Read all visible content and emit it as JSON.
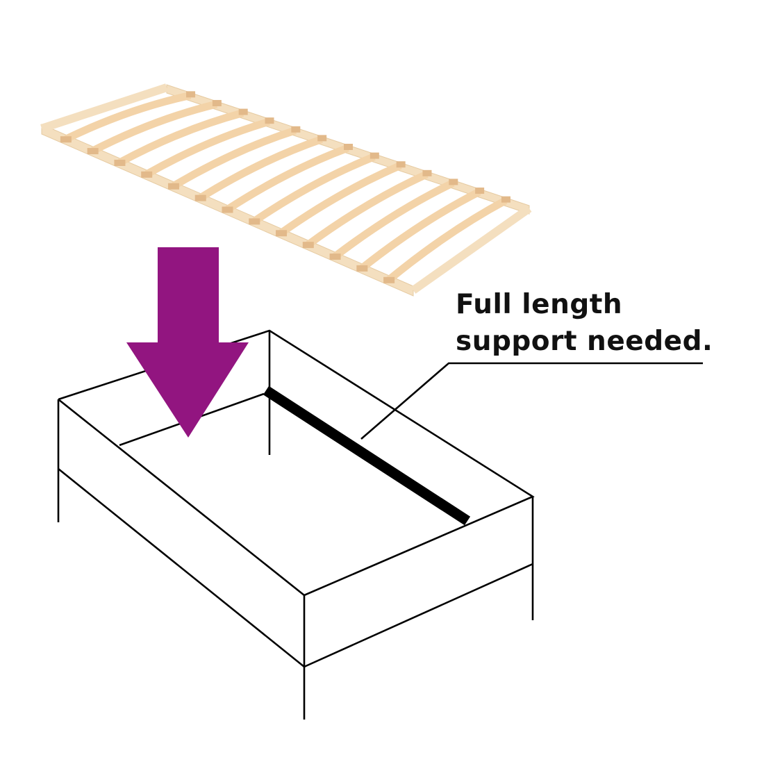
{
  "caption": {
    "line1": "Full length",
    "line2": "support needed."
  },
  "colors": {
    "arrow": "#921580",
    "wood": "#f3d3a8",
    "wood_dark": "#e2b98a",
    "frame": "#f4dfbf",
    "line": "#000000"
  },
  "slat_count": 13
}
